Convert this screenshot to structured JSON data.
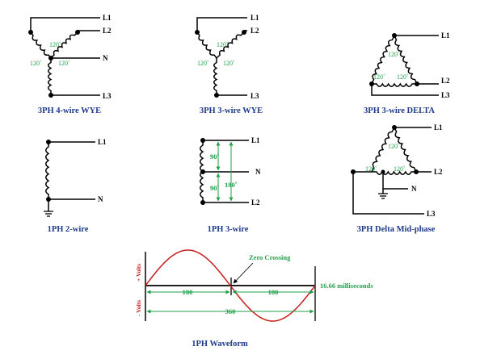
{
  "terminals": {
    "L1": "L1",
    "L2": "L2",
    "L3": "L3",
    "N": "N"
  },
  "angles": {
    "a120": "120˚",
    "a90": "90˚",
    "a180": "180˚"
  },
  "captions": {
    "wye4": "3PH 4-wire WYE",
    "wye3": "3PH 3-wire WYE",
    "delta3": "3PH 3-wire DELTA",
    "ph1_2wire": "1PH 2-wire",
    "ph1_3wire": "1PH 3-wire",
    "delta_mid": "3PH Delta Mid-phase",
    "waveform": "1PH Waveform"
  },
  "waveform": {
    "plus_volts": "+ Volts",
    "minus_volts": "- Volts",
    "zero_crossing": "Zero Crossing",
    "period": "16.66 milliseconds",
    "half1": "180",
    "half2": "180",
    "full": "360"
  },
  "colors": {
    "wire": "#000000",
    "angle_green": "#22a04a",
    "caption_blue": "#1e3a8a",
    "sine_red": "#c81e1e"
  }
}
